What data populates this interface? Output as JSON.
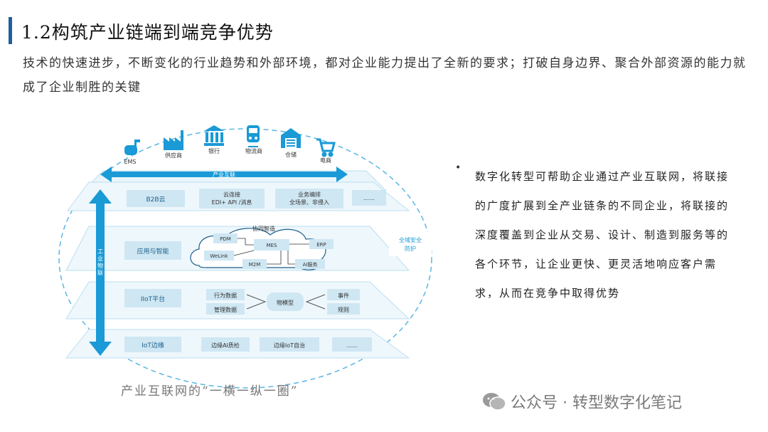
{
  "header": {
    "title": "1.2构筑产业链端到端竞争优势"
  },
  "intro": "技术的快速进步，不断变化的行业趋势和外部环境，都对企业能力提出了全新的要求；打破自身边界、聚合外部资源的能力就成了企业制胜的关键",
  "diagram": {
    "icons": [
      {
        "label": "EMS",
        "icon": "mailbox-icon"
      },
      {
        "label": "供应商",
        "icon": "factory-icon"
      },
      {
        "label": "银行",
        "icon": "bank-icon"
      },
      {
        "label": "物流商",
        "icon": "train-icon"
      },
      {
        "label": "仓储",
        "icon": "warehouse-icon"
      },
      {
        "label": "电商",
        "icon": "cart-icon"
      }
    ],
    "top_arrow_label": "产业互联",
    "left_arrow_label": "工业物联",
    "security_label": "全域安全防护",
    "layers": {
      "b2b": {
        "name": "B2B云",
        "boxes": [
          "云连接\nEDI+ API /消息",
          "业务编排\n全场景、非侵入",
          "……"
        ]
      },
      "app": {
        "name": "应用与智能",
        "cloud_title": "协同智造",
        "nodes": [
          "PDM",
          "MES",
          "ERP",
          "WeLink",
          "M2M",
          "AI服务"
        ]
      },
      "iiot": {
        "name": "IIoT平台",
        "left": [
          "行为数据",
          "管理数据"
        ],
        "center": "物模型",
        "right": [
          "事件",
          "规则"
        ]
      },
      "edge": {
        "name": "IoT边缘",
        "boxes": [
          "边缘AI质检",
          "边缘IoT自治",
          "……"
        ]
      }
    },
    "colors": {
      "accent": "#1a9ad6",
      "layer": "#e9f5fb",
      "box": "#cfe7f3",
      "dash": "#5bb6e3"
    }
  },
  "caption": "产业互联网的“一横一纵一圈”",
  "bullet": "数字化转型可帮助企业通过产业互联网，将联接的广度扩展到全产业链条的不同企业，将联接的深度覆盖到企业从交易、设计、制造到服务等的各个环节，让企业更快、更灵活地响应客户需求，从而在竞争中取得优势",
  "watermark": "公众号 · 转型数字化笔记"
}
